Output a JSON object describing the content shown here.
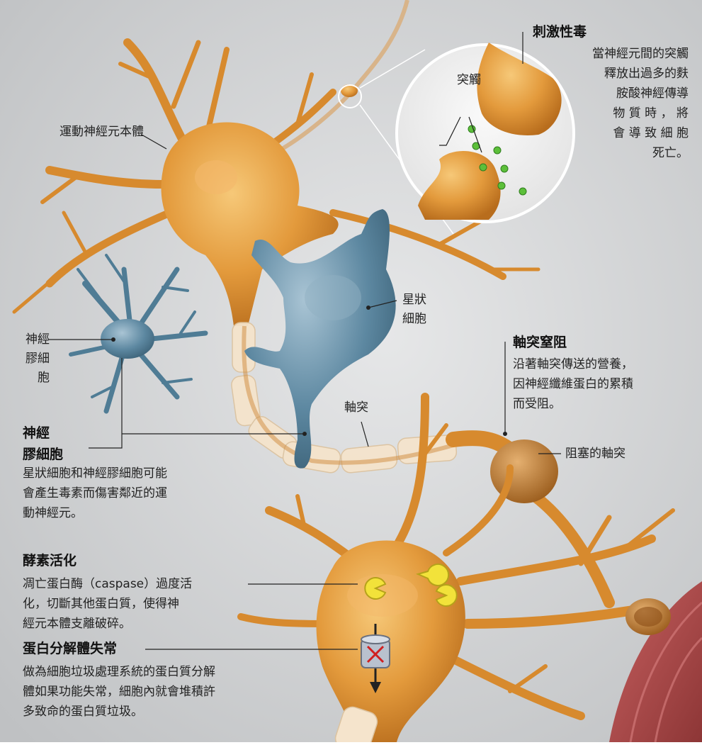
{
  "labels": {
    "motor_neuron_body": "運動神經元本體",
    "synapse": "突觸",
    "astrocyte": "星狀\n細胞",
    "glia_cell": "神經\n膠細\n胞",
    "axon": "軸突",
    "blocked_axon": "阻塞的軸突"
  },
  "callouts": {
    "excitotoxicity": {
      "title": "刺激性毒",
      "body": "當神經元間的突觸\n釋放出過多的麩\n胺酸神經傳導\n物 質 時 ， 將\n會 導 致 細 胞\n死亡。"
    },
    "axon_blockage": {
      "title": "軸突窒阻",
      "body": "沿著軸突傳送的營養，\n因神經纖維蛋白的累積\n而受阻。"
    },
    "glia": {
      "title": "神經\n膠細胞",
      "body": "星狀細胞和神經膠細胞可能\n會產生毒素而傷害鄰近的運\n動神經元。"
    },
    "enzyme_activation": {
      "title": "酵素活化",
      "body": "凋亡蛋白酶（caspase）過度活\n化，切斷其他蛋白質，使得神\n經元本體支離破碎。"
    },
    "proteasome": {
      "title": "蛋白分解體失常",
      "body": "做為細胞垃圾處理系統的蛋白質分解\n體如果功能失常，細胞內就會堆積許\n多致命的蛋白質垃圾。"
    }
  },
  "colors": {
    "background": "#d2d4d6",
    "neuron": "#e09a3c",
    "neuron_dark": "#b56d1c",
    "astrocyte": "#5b87a0",
    "myelin": "#f4e2c8",
    "neurotransmitter": "#5cbf3a",
    "caspase": "#f2e23a",
    "muscle": "#b04a4a"
  }
}
